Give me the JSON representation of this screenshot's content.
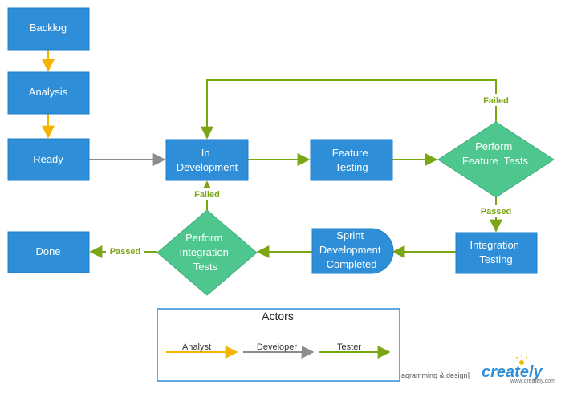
{
  "colors": {
    "node_blue": "#2e8fd8",
    "node_blue_border": "#1f7fc6",
    "decision_green": "#4ec78f",
    "decision_green_border": "#3fae7b",
    "analyst": "#f4b400",
    "developer": "#8c8c8c",
    "tester": "#7aa514",
    "legend_border": "#2e8fd8"
  },
  "nodes": {
    "backlog": "Backlog",
    "analysis": "Analysis",
    "ready": "Ready",
    "in_development": [
      "In",
      "Development"
    ],
    "feature_testing": [
      "Feature",
      "Testing"
    ],
    "perform_feature_tests": [
      "Perform",
      "Feature  Tests"
    ],
    "integration_testing": [
      "Integration",
      "Testing"
    ],
    "sprint_development_completed": [
      "Sprint",
      "Development",
      "Completed"
    ],
    "perform_integration_tests": [
      "Perform",
      "Integration",
      "Tests"
    ],
    "done": "Done"
  },
  "edge_labels": {
    "feature_failed": "Failed",
    "feature_passed": "Passed",
    "integration_failed": "Failed",
    "integration_passed": "Passed"
  },
  "legend": {
    "title": "Actors",
    "items": [
      "Analyst",
      "Developer",
      "Tester"
    ]
  },
  "watermark": {
    "tagline": "agramming & design]",
    "logo": "creately",
    "url": "www.creately.com"
  }
}
